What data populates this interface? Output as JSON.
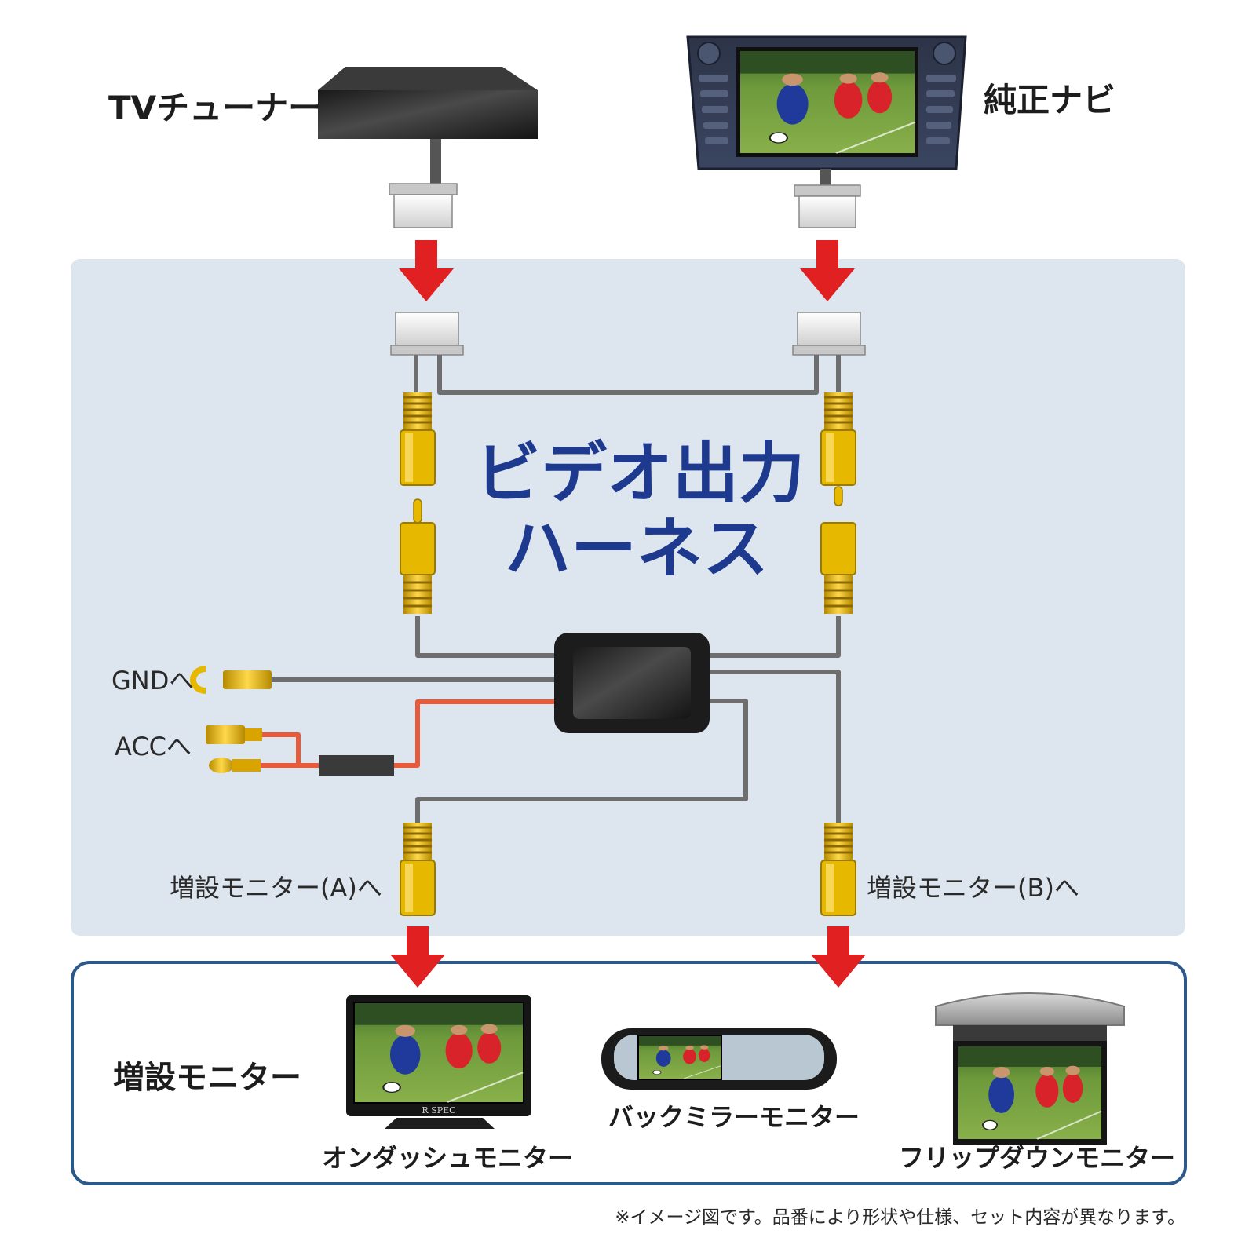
{
  "colors": {
    "panel_bg": "#dde6ef",
    "arrow_red": "#e12121",
    "title_blue": "#1e3a8f",
    "frame_blue": "#2b5a8a",
    "cable_gray": "#6e6e6e",
    "power_red": "#e85a3a",
    "rca_yellow": "#e6b800"
  },
  "sources": {
    "tv_tuner": {
      "label": "TVチューナー",
      "icon": "tv-tuner-box-icon"
    },
    "oem_navi": {
      "label": "純正ナビ",
      "icon": "car-navigation-screen-icon"
    }
  },
  "harness": {
    "title_line1": "ビデオ出力",
    "title_line2": "ハーネス",
    "gnd_label": "GNDへ",
    "acc_label": "ACCへ",
    "output_a_label": "増設モニター(A)へ",
    "output_b_label": "増設モニター(B)へ"
  },
  "monitors": {
    "section_title": "増設モニター",
    "items": [
      {
        "label": "オンダッシュモニター",
        "icon": "on-dash-monitor-icon",
        "brand": "R SPEC"
      },
      {
        "label": "バックミラーモニター",
        "icon": "rearview-mirror-monitor-icon"
      },
      {
        "label": "フリップダウンモニター",
        "icon": "flip-down-monitor-icon"
      }
    ]
  },
  "footnote": "※イメージ図です。品番により形状や仕様、セット内容が異なります。"
}
